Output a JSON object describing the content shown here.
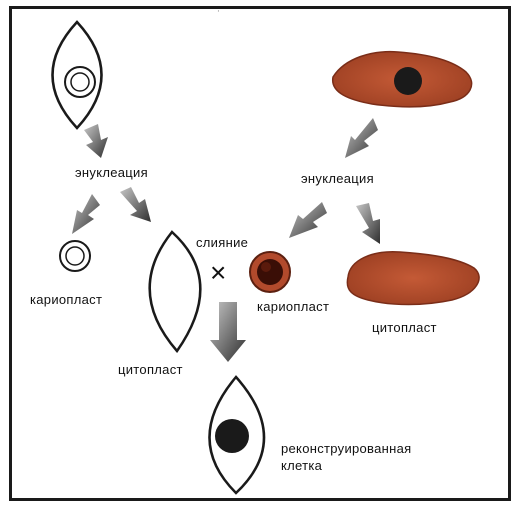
{
  "labels": {
    "enucleation_left": "энуклеация",
    "enucleation_right": "энуклеация",
    "fusion": "слияние",
    "fusion_symbol": "×",
    "karyoplast_left": "кариопласт",
    "karyoplast_right": "кариопласт",
    "cytoplast_left": "цитопласт",
    "cytoplast_right": "цитопласт",
    "reconstructed_line1": "реконструированная",
    "reconstructed_line2": "клетка"
  },
  "colors": {
    "donor_cell": "#b24a2c",
    "donor_cell_edge": "#7a2d18",
    "nucleus": "#1a1a1a",
    "arrow_light": "#b5b5b5",
    "arrow_dark": "#3a3a3a",
    "outline": "#1a1a1a"
  }
}
